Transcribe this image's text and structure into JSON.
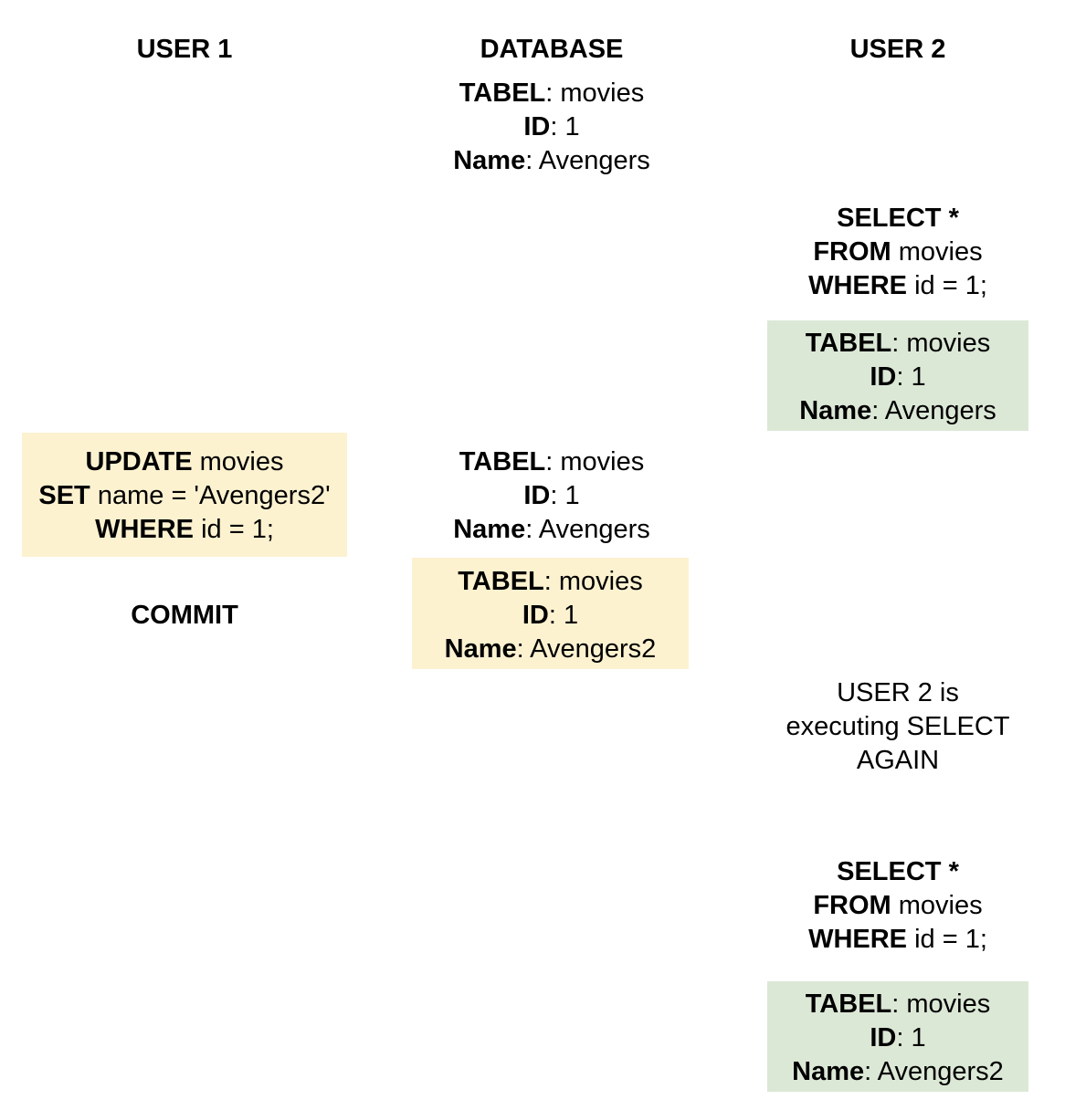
{
  "headers": {
    "user1": "USER 1",
    "database": "DATABASE",
    "user2": "USER 2"
  },
  "db_initial": {
    "k1": "TABEL",
    "v1": ": movies",
    "k2": "ID",
    "v2": ": 1",
    "k3": "Name",
    "v3": ": Avengers"
  },
  "user2_select_1": {
    "k1": "SELECT *",
    "v1": "",
    "k2": "FROM",
    "v2": " movies",
    "k3": "WHERE",
    "v3": " id = 1;"
  },
  "user2_result_1": {
    "k1": "TABEL",
    "v1": ": movies",
    "k2": "ID",
    "v2": ": 1",
    "k3": "Name",
    "v3": ": Avengers"
  },
  "user1_update": {
    "k1": "UPDATE",
    "v1": " movies",
    "k2": "SET",
    "v2": " name = 'Avengers2'",
    "k3": "WHERE",
    "v3": " id = 1;"
  },
  "user1_commit": "COMMIT",
  "db_before_commit": {
    "k1": "TABEL",
    "v1": ": movies",
    "k2": "ID",
    "v2": ": 1",
    "k3": "Name",
    "v3": ": Avengers"
  },
  "db_after_commit": {
    "k1": "TABEL",
    "v1": ": movies",
    "k2": "ID",
    "v2": ": 1",
    "k3": "Name",
    "v3": ": Avengers2"
  },
  "user2_note": {
    "l1": "USER 2 is",
    "l2": "executing SELECT",
    "l3": "AGAIN"
  },
  "user2_select_2": {
    "k1": "SELECT *",
    "v1": "",
    "k2": "FROM",
    "v2": " movies",
    "k3": "WHERE",
    "v3": " id = 1;"
  },
  "user2_result_2": {
    "k1": "TABEL",
    "v1": ": movies",
    "k2": "ID",
    "v2": ": 1",
    "k3": "Name",
    "v3": ": Avengers2"
  },
  "colors": {
    "yellow_box": "#fdf2d0",
    "green_box": "#dce8d6"
  }
}
